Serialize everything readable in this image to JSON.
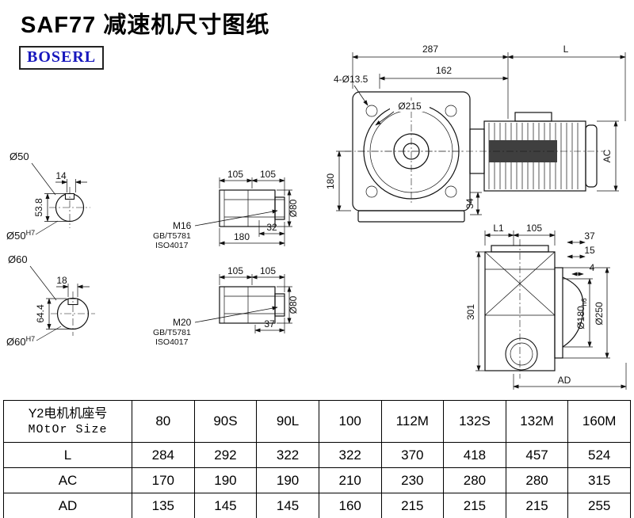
{
  "page": {
    "title": "SAF77 减速机尺寸图纸",
    "logo": "BOSERL"
  },
  "front_view": {
    "dim_287": "287",
    "dim_l": "L",
    "dim_162": "162",
    "holes_label": "4-Ø13.5",
    "dia_215": "Ø215",
    "dim_180": "180",
    "dim_34": "34",
    "dim_ac": "AC"
  },
  "section_50": {
    "dia_label": "Ø50",
    "dim_538": "53.8",
    "dim_14": "14",
    "bore_label": "Ø50",
    "bore_tol": "H7"
  },
  "section_60": {
    "dia_label": "Ø60",
    "dim_644": "64.4",
    "dim_18": "18",
    "bore_label": "Ø60",
    "bore_tol": "H7"
  },
  "shaft_m16": {
    "dim_105a": "105",
    "dim_105b": "105",
    "thread_label": "M16",
    "std_gb": "GB/T5781",
    "std_iso": "ISO4017",
    "dim_32": "32",
    "dim_180": "180",
    "dia_80": "Ø80"
  },
  "shaft_m20": {
    "dim_105a": "105",
    "dim_105b": "105",
    "thread_label": "M20",
    "std_gb": "GB/T5781",
    "std_iso": "ISO4017",
    "dim_37": "37",
    "dia_80": "Ø80"
  },
  "side_view": {
    "dim_l1": "L1",
    "dim_105": "105",
    "dim_37": "37",
    "dim_15": "15",
    "dim_4": "4",
    "dim_301": "301",
    "dia_180": "Ø180",
    "dia_180_tol": "h6",
    "dia_250": "Ø250",
    "dim_ad": "AD"
  },
  "table": {
    "header_line1": "Y2电机机座号",
    "header_line2": "MOtOr Size",
    "sizes": [
      "80",
      "90S",
      "90L",
      "100",
      "112M",
      "132S",
      "132M",
      "160M"
    ],
    "rows": [
      {
        "label": "L",
        "values": [
          "284",
          "292",
          "322",
          "322",
          "370",
          "418",
          "457",
          "524"
        ]
      },
      {
        "label": "AC",
        "values": [
          "170",
          "190",
          "190",
          "210",
          "230",
          "280",
          "280",
          "315"
        ]
      },
      {
        "label": "AD",
        "values": [
          "135",
          "145",
          "145",
          "160",
          "215",
          "215",
          "215",
          "255"
        ]
      }
    ]
  }
}
